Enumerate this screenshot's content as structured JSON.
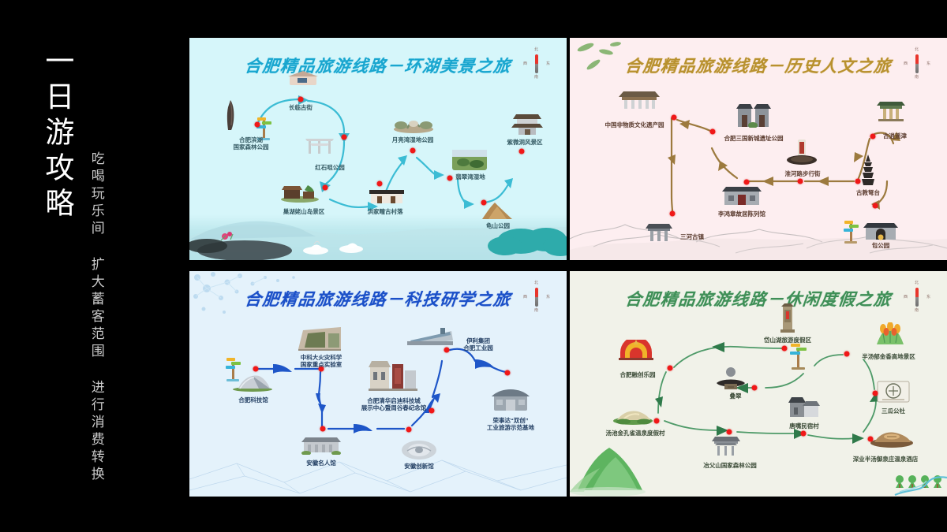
{
  "sidebar": {
    "title": "一日游攻略",
    "subtitle": "吃喝玩乐间 扩大蓄客范围 进行消费转换"
  },
  "compass": {
    "north": "北",
    "south": "南",
    "west": "西",
    "east": "东"
  },
  "panels": [
    {
      "id": "panel-lake-scenery",
      "title": "合肥精品旅游线路－环湖美景之旅",
      "title_color": "#19a6cf",
      "bg_color": "#d6f6fa",
      "stops": [
        {
          "label": "合肥滨湖\n国家森林公园",
          "icon": "rock-icon"
        },
        {
          "label": "长临古街",
          "icon": "old-street-icon"
        },
        {
          "label": "红石咀公园",
          "icon": "archway-icon"
        },
        {
          "label": "巢湖姥山岛景区",
          "icon": "island-icon"
        },
        {
          "label": "洪家疃古村落",
          "icon": "village-house-icon"
        },
        {
          "label": "月亮湾湿地公园",
          "icon": "wetland-icon"
        },
        {
          "label": "翡翠湾湿地",
          "icon": "greenfield-icon"
        },
        {
          "label": "龟山公园",
          "icon": "mountain-icon"
        },
        {
          "label": "紫微洞风景区",
          "icon": "pavilion-icon"
        }
      ]
    },
    {
      "id": "panel-history-culture",
      "title": "合肥精品旅游线路－历史人文之旅",
      "title_color": "#b8912f",
      "bg_color": "#fdeef0",
      "stops": [
        {
          "label": "中国非物质文化遗产园",
          "icon": "heritage-hall-icon"
        },
        {
          "label": "合肥三国新城遗址公园",
          "icon": "stone-gate-icon"
        },
        {
          "label": "淮河路步行街",
          "icon": "monument-icon"
        },
        {
          "label": "古逍遥津",
          "icon": "garden-gate-icon"
        },
        {
          "label": "古教弩台",
          "icon": "pagoda-icon"
        },
        {
          "label": "李鸿章故居陈列馆",
          "icon": "mansion-icon"
        },
        {
          "label": "三河古镇",
          "icon": "ancient-town-icon"
        },
        {
          "label": "包公园",
          "icon": "memorial-hall-icon"
        }
      ]
    },
    {
      "id": "panel-science-study",
      "title": "合肥精品旅游线路－科技研学之旅",
      "title_color": "#1b50c8",
      "bg_color": "#e4f2fb",
      "stops": [
        {
          "label": "合肥科技馆",
          "icon": "science-museum-icon"
        },
        {
          "label": "中科大火灾科学\n国家重点实验室",
          "icon": "laboratory-icon"
        },
        {
          "label": "安徽名人馆",
          "icon": "celebrity-hall-icon"
        },
        {
          "label": "合肥清华启迪科技城\n展示中心暨周谷春纪念馆",
          "icon": "tech-city-icon"
        },
        {
          "label": "安徽创新馆",
          "icon": "innovation-hall-icon"
        },
        {
          "label": "伊利集团\n合肥工业园",
          "icon": "factory-icon"
        },
        {
          "label": "荣事达“双创”\n工业旅游示范基地",
          "icon": "industry-base-icon"
        }
      ]
    },
    {
      "id": "panel-leisure-vacation",
      "title": "合肥精品旅游线路－休闲度假之旅",
      "title_color": "#3f8f57",
      "bg_color": "#f1f2e9",
      "stops": [
        {
          "label": "合肥融创乐园",
          "icon": "theme-park-icon"
        },
        {
          "label": "岱山湖旅游度假区",
          "icon": "lakeside-tower-icon"
        },
        {
          "label": "半汤郁金香高地景区",
          "icon": "tulip-icon"
        },
        {
          "label": "叠翠",
          "icon": "hotspring-icon"
        },
        {
          "label": "三瓜公社",
          "icon": "commune-icon"
        },
        {
          "label": "汤池金孔雀温泉度假村",
          "icon": "resort-icon"
        },
        {
          "label": "唐嘴民宿村",
          "icon": "homestay-icon"
        },
        {
          "label": "冶父山国家森林公园",
          "icon": "temple-gate-icon"
        },
        {
          "label": "深业半汤御泉庄温泉酒店",
          "icon": "spa-hotel-icon"
        }
      ]
    }
  ]
}
